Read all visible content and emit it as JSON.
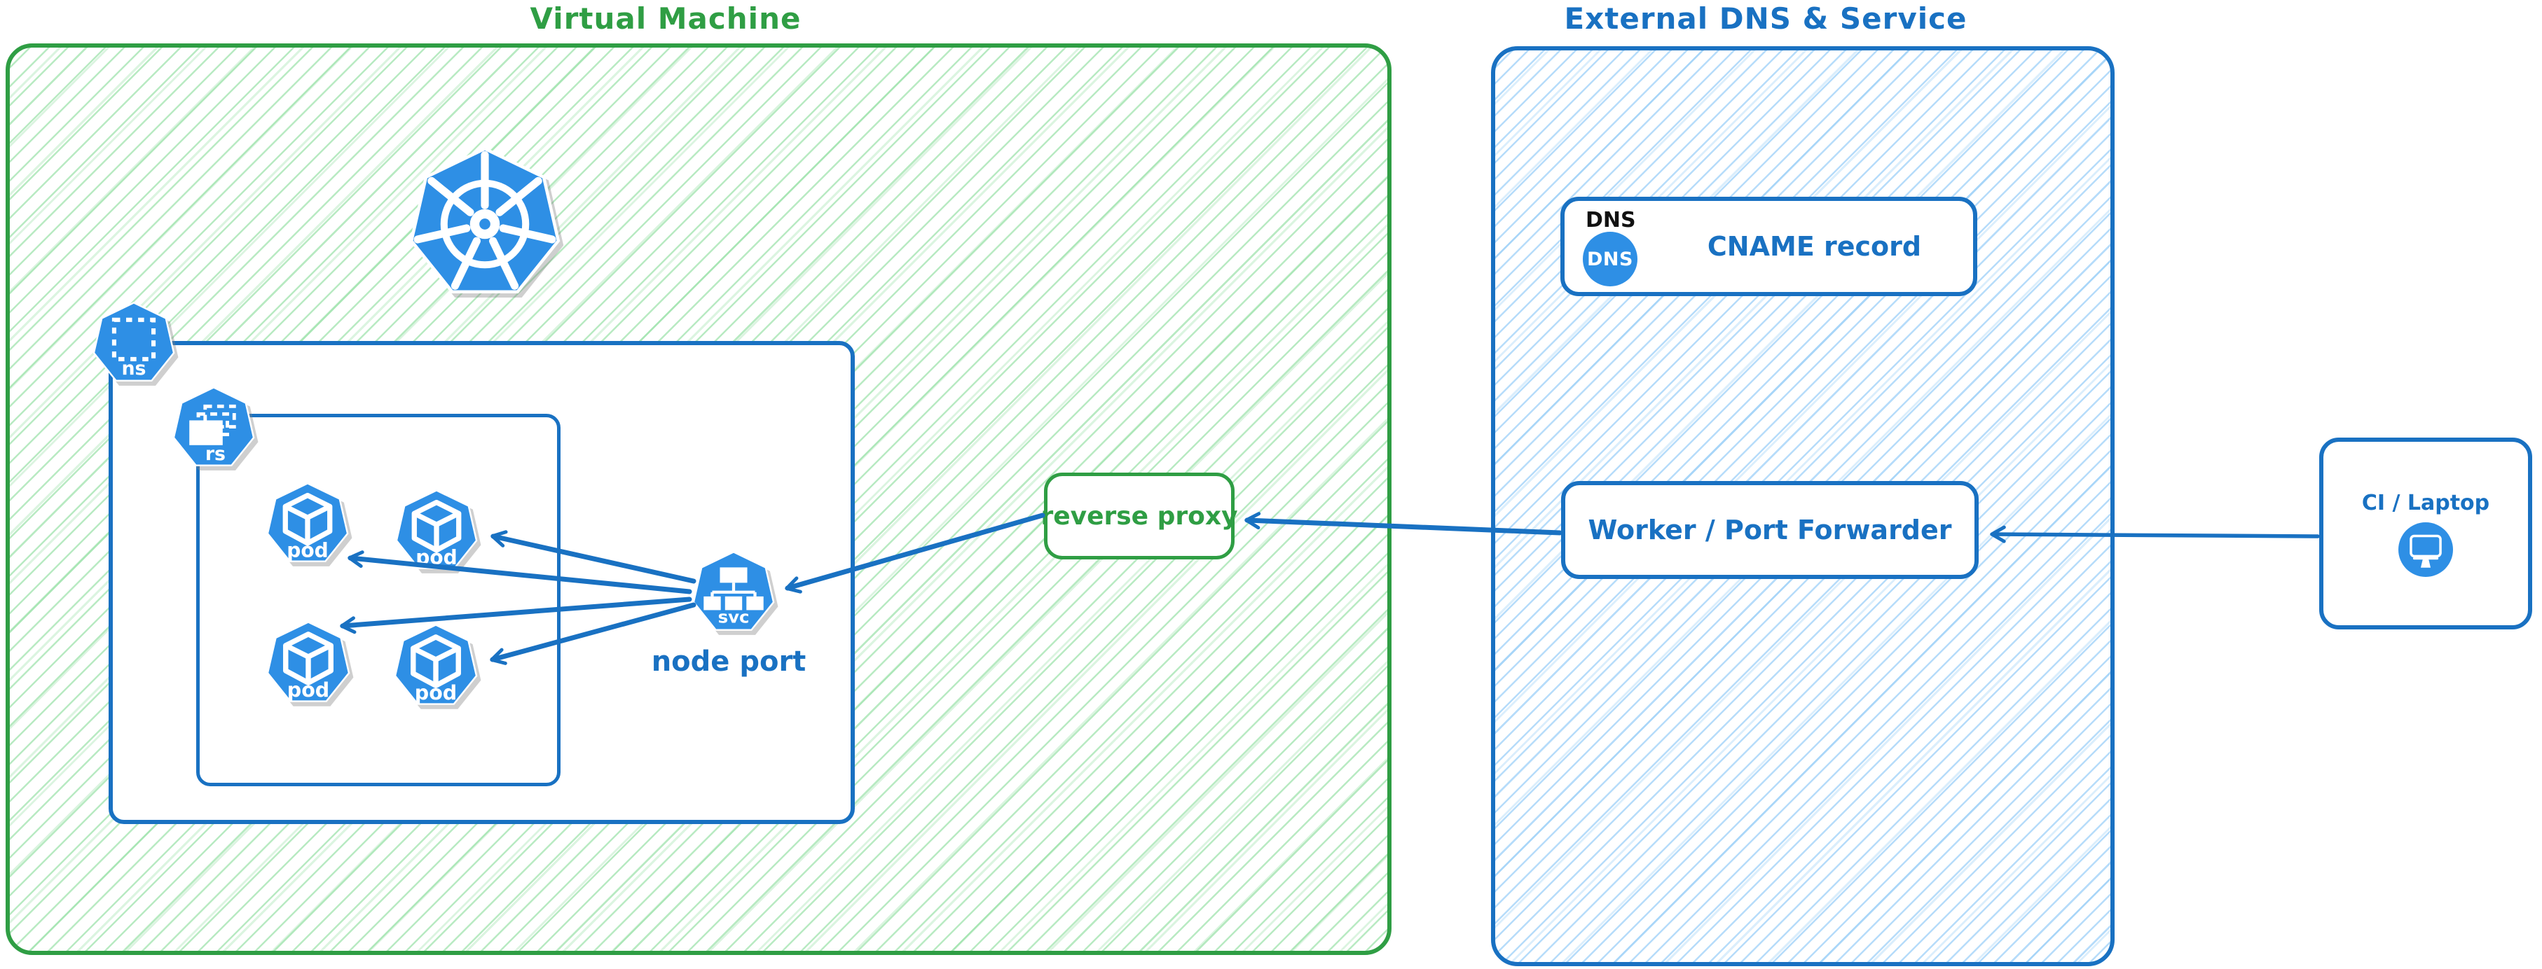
{
  "groups": {
    "vm": {
      "title": "Virtual Machine"
    },
    "external": {
      "title": "External DNS & Service"
    }
  },
  "nodes": {
    "kubernetes_logo": {
      "icon": "kubernetes-wheel-icon"
    },
    "namespace": {
      "icon_label": "ns"
    },
    "replicaset": {
      "icon_label": "rs"
    },
    "pods": [
      {
        "label": "pod"
      },
      {
        "label": "pod"
      },
      {
        "label": "pod"
      },
      {
        "label": "pod"
      }
    ],
    "service": {
      "icon_label": "svc",
      "caption": "node port"
    },
    "reverse_proxy": {
      "label": "reverse proxy"
    },
    "dns_record": {
      "tag": "DNS",
      "icon_label": "DNS",
      "label": "CNAME record"
    },
    "worker": {
      "label": "Worker / Port Forwarder"
    },
    "client": {
      "label": "CI / Laptop",
      "icon": "monitor-icon"
    }
  },
  "edges": [
    {
      "from": "ci-laptop",
      "to": "worker-port-forwarder"
    },
    {
      "from": "worker-port-forwarder",
      "to": "reverse-proxy"
    },
    {
      "from": "reverse-proxy",
      "to": "node-port-service"
    },
    {
      "from": "node-port-service",
      "to": "pod-1"
    },
    {
      "from": "node-port-service",
      "to": "pod-2"
    },
    {
      "from": "node-port-service",
      "to": "pod-3"
    },
    {
      "from": "node-port-service",
      "to": "pod-4"
    }
  ],
  "colors": {
    "green": "#2f9e44",
    "blue": "#1971c2",
    "icon_blue": "#2e8fe5",
    "ink": "#111111",
    "white": "#ffffff"
  }
}
